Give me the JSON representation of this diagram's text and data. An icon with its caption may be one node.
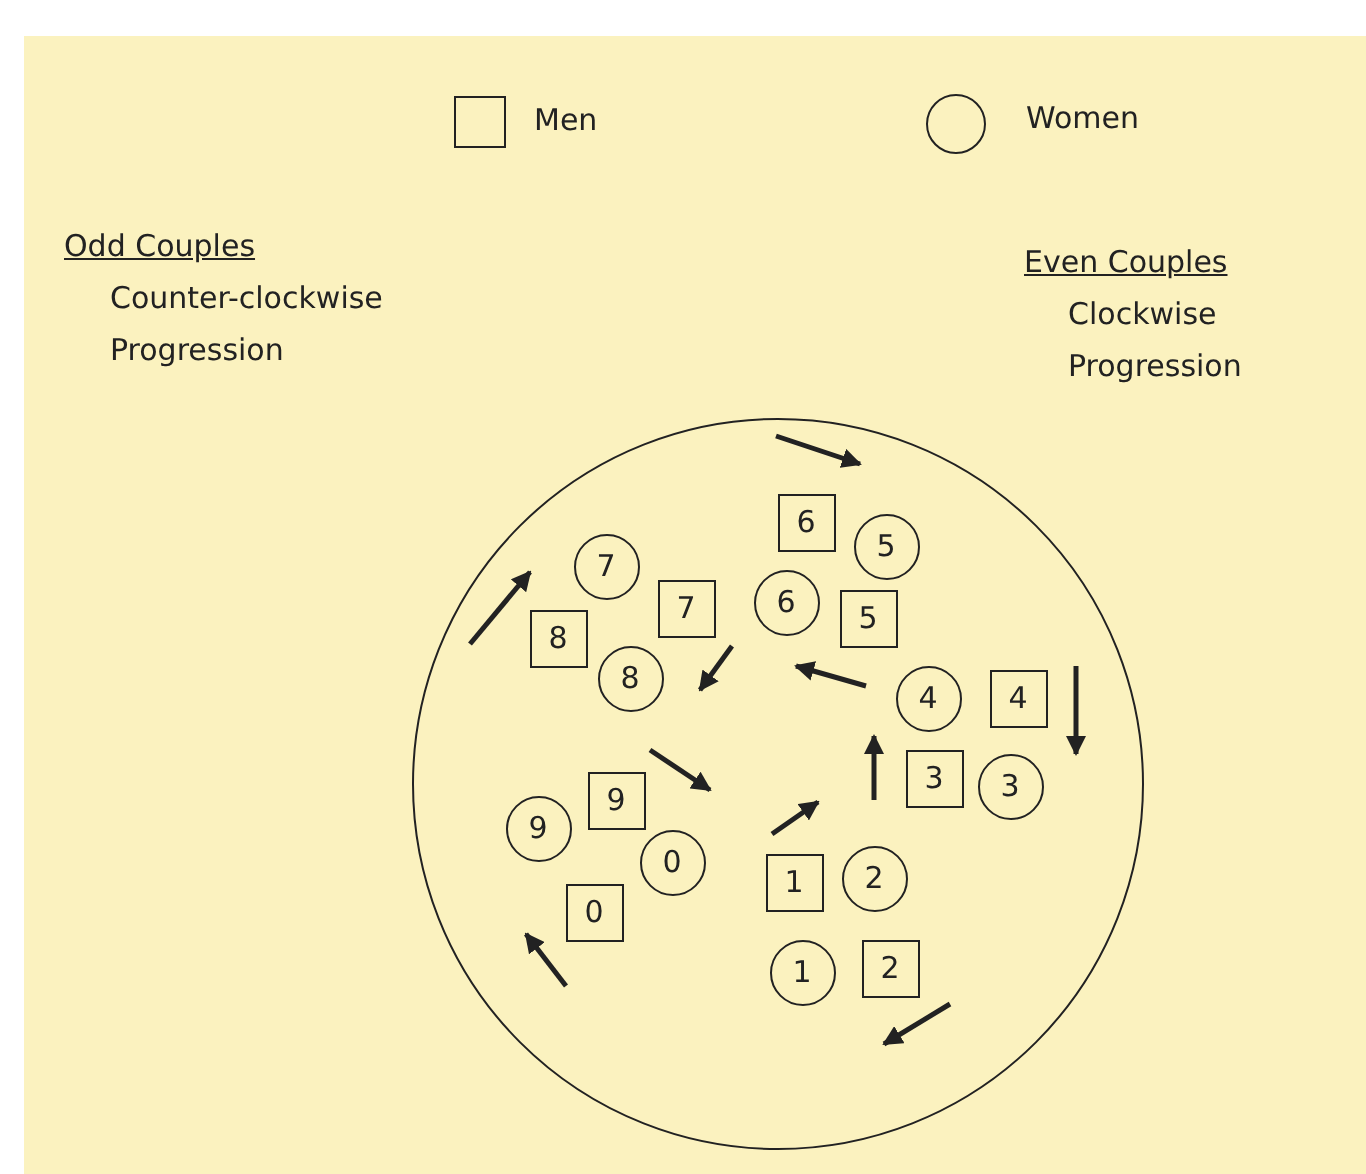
{
  "diagram": {
    "nodes": [
      {
        "text": [],
        "shape": "circle"
      },
      {
        "text": [
          "6"
        ],
        "in": 0
      },
      {
        "text": [
          "5"
        ],
        "in": 0
      },
      {
        "text": [
          "7"
        ],
        "in": 0
      },
      {
        "text": [
          "7"
        ],
        "in": 0
      },
      {
        "text": [
          "6"
        ],
        "in": 0
      },
      {
        "text": [
          "5"
        ],
        "in": 0
      },
      {
        "text": [
          "8"
        ],
        "in": 0
      },
      {
        "text": [
          "8"
        ],
        "in": 0
      },
      {
        "text": [
          "4"
        ],
        "in": 0
      },
      {
        "text": [
          "4"
        ],
        "in": 0
      },
      {
        "text": [
          "3"
        ],
        "in": 0
      },
      {
        "text": [
          "3"
        ],
        "in": 0
      },
      {
        "text": [
          "9"
        ],
        "in": 0
      },
      {
        "text": [
          "9"
        ],
        "in": 0
      },
      {
        "text": [
          "0"
        ],
        "in": 0
      },
      {
        "text": [
          "1"
        ],
        "in": 0
      },
      {
        "text": [
          "2"
        ],
        "in": 0
      },
      {
        "text": [
          "0"
        ],
        "in": 0
      },
      {
        "text": [
          "1"
        ],
        "in": 0
      },
      {
        "text": [
          "2"
        ],
        "in": 0
      }
    ],
    "edges": [],
    "labels": [
      "Odd Couples",
      "Counter-clockwise Progression",
      "Even Couples",
      "Clockwise Progression"
    ],
    "legend": [
      {
        "text": "Men"
      },
      {
        "text": "Women"
      }
    ]
  }
}
